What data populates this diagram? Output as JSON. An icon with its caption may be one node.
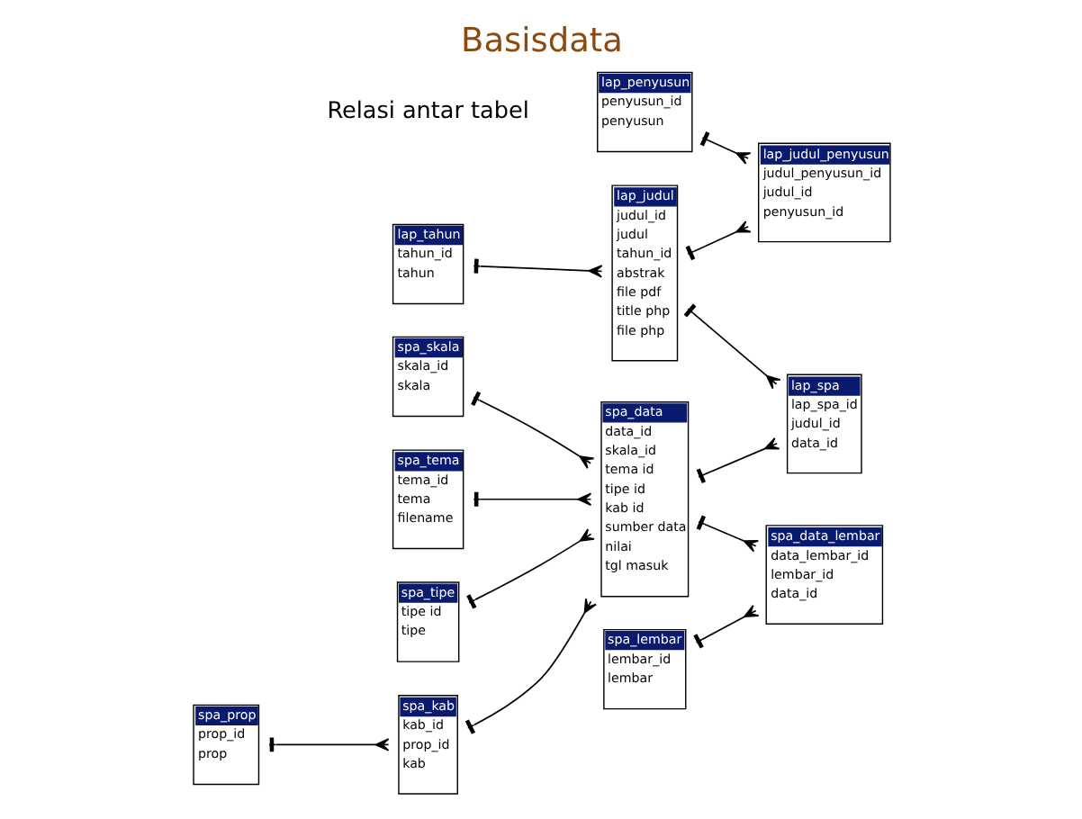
{
  "diagram": {
    "title": "Basisdata",
    "nodes": [
      {
        "text": [
          "lap_penyusun",
          "penyusun_id",
          "penyusun"
        ]
      },
      {
        "text": [
          "lap_judul_penyusun",
          "judul_penyusun_id",
          "judul_id",
          "penyusun_id"
        ]
      },
      {
        "text": [
          "lap_tahun",
          "tahun_id",
          "tahun"
        ]
      },
      {
        "text": [
          "lap_judul",
          "judul_id",
          "judul",
          "tahun_id",
          "abstrak",
          "file pdf",
          "title php",
          "file php"
        ]
      },
      {
        "text": [
          "lap_spa",
          "lap_spa_id",
          "judul_id",
          "data_id"
        ]
      },
      {
        "text": [
          "spa_lembar",
          "lembar_id",
          "lembar"
        ]
      },
      {
        "text": [
          "spa_data",
          "data_id",
          "skala_id",
          "tema id",
          "tipe id",
          "kab id",
          "sumber data",
          "nilai",
          "tgl masuk"
        ]
      },
      {
        "text": [
          "spa_prop",
          "prop_id",
          "prop"
        ]
      },
      {
        "text": [
          "spa_data_lembar",
          "data_lembar_id",
          "lembar_id",
          "data_id"
        ]
      },
      {
        "text": [
          "spa_skala",
          "skala_id",
          "skala"
        ]
      },
      {
        "text": [
          "spa_tema",
          "tema_id",
          "tema",
          "filename"
        ]
      },
      {
        "text": [
          "spa_tipe",
          "tipe id",
          "tipe"
        ]
      },
      {
        "text": [
          "spa_kab",
          "kab_id",
          "prop_id",
          "kab"
        ]
      }
    ],
    "edges": [
      {
        "from": 0,
        "to": 1,
        "arrow": "other"
      },
      {
        "from": 3,
        "to": 1,
        "arrow": "other"
      },
      {
        "from": 2,
        "to": 3,
        "arrow": "other"
      },
      {
        "from": 3,
        "to": 4,
        "arrow": "other"
      },
      {
        "from": 6,
        "to": 4,
        "arrow": "other"
      },
      {
        "from": 5,
        "to": 8,
        "arrow": "other"
      },
      {
        "from": 6,
        "to": 8,
        "arrow": "other"
      },
      {
        "from": 9,
        "to": 6,
        "arrow": "other"
      },
      {
        "from": 10,
        "to": 6,
        "arrow": "other"
      },
      {
        "from": 11,
        "to": 6,
        "arrow": "other"
      },
      {
        "from": 12,
        "to": 6,
        "arrow": "other"
      },
      {
        "from": 7,
        "to": 12,
        "arrow": "other"
      }
    ],
    "labels": [
      "Relasi antar tabel"
    ]
  }
}
